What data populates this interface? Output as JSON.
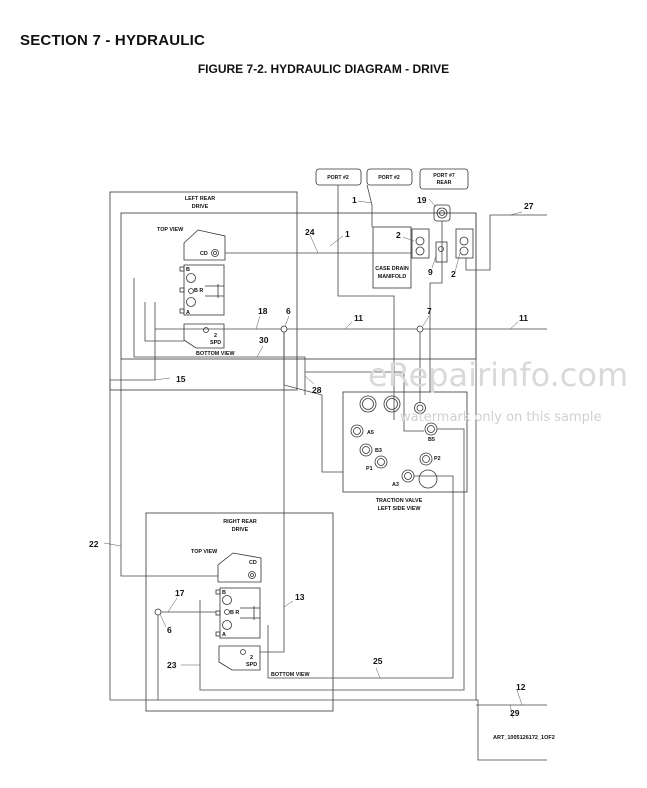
{
  "header": {
    "section_title": "SECTION 7 - HYDRAULIC",
    "figure_title": "FIGURE 7-2. HYDRAULIC DIAGRAM - DRIVE"
  },
  "watermark": {
    "main": "eRepairinfo.com",
    "sub": "watermark only on this sample"
  },
  "footer": {
    "art_id": "ART_1005126172_1OF2"
  },
  "ports": {
    "port2a": "PORT #2",
    "port2b": "PORT #2",
    "port7_line1": "PORT #7",
    "port7_line2": "REAR"
  },
  "left_rear_drive": {
    "title_line1": "LEFT REAR",
    "title_line2": "DRIVE",
    "top_view": "TOP VIEW",
    "bottom_view": "BOTTOM VIEW",
    "cd": "CD",
    "b": "B",
    "br": "B R",
    "a": "A",
    "spd_num": "2",
    "spd": "SPD"
  },
  "right_rear_drive": {
    "title_line1": "RIGHT REAR",
    "title_line2": "DRIVE",
    "top_view": "TOP VIEW",
    "bottom_view": "BOTTOM VIEW",
    "cd": "CD",
    "b": "B",
    "br": "B R",
    "a": "A",
    "spd_num": "2",
    "spd": "SPD"
  },
  "case_drain": {
    "line1": "CASE DRAIN",
    "line2": "MANIFOLD"
  },
  "traction_valve": {
    "line1": "TRACTION VALVE",
    "line2": "LEFT SIDE VIEW",
    "a5": "A5",
    "b5": "B5",
    "b3": "B3",
    "p2": "P2",
    "p1": "P1",
    "a3": "A3"
  },
  "callouts": {
    "c1_top": "1",
    "c1_mid": "1",
    "c2_left": "2",
    "c2_right": "2",
    "c19": "19",
    "c24": "24",
    "c27": "27",
    "c9": "9",
    "c18": "18",
    "c6_top": "6",
    "c11_mid": "11",
    "c7": "7",
    "c11_right": "11",
    "c30": "30",
    "c15": "15",
    "c28": "28",
    "c22": "22",
    "c17": "17",
    "c6_bottom": "6",
    "c13": "13",
    "c23": "23",
    "c25": "25",
    "c12": "12",
    "c29": "29"
  }
}
